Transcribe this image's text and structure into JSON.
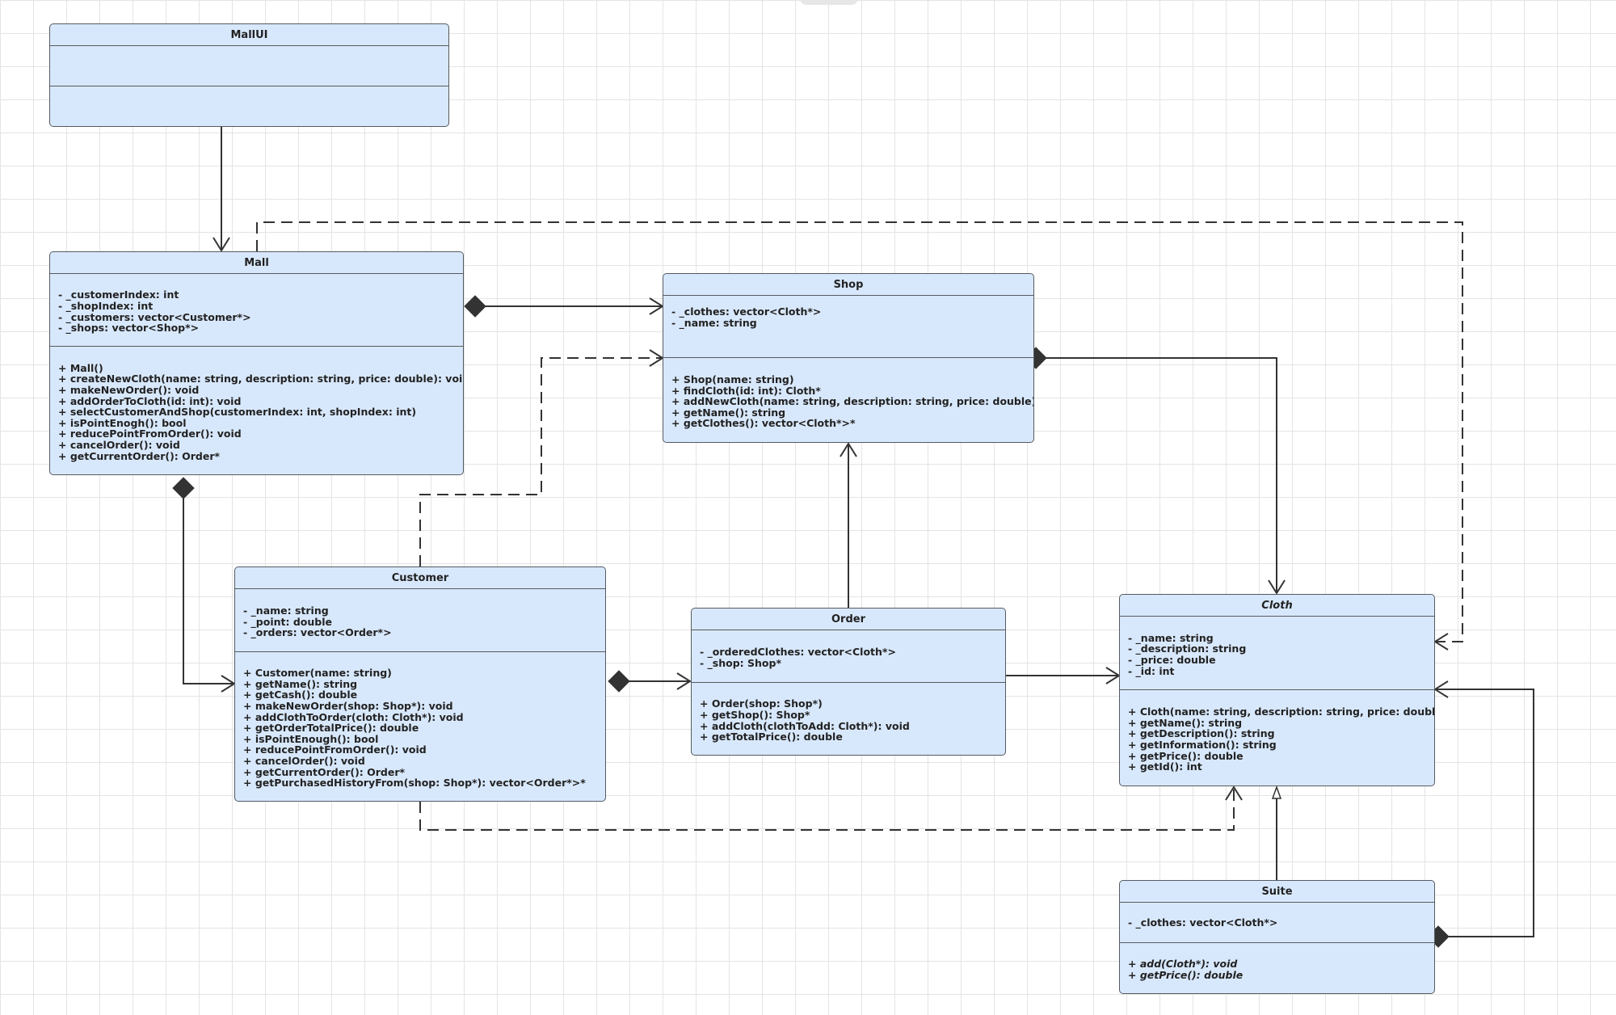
{
  "classes": {
    "mallui": {
      "name": "MallUI",
      "attributes": [],
      "operations": []
    },
    "mall": {
      "name": "Mall",
      "attributes": [
        "- _customerIndex: int",
        "- _shopIndex: int",
        "- _customers: vector<Customer*>",
        "- _shops: vector<Shop*>"
      ],
      "operations": [
        "+ Mall()",
        "+ createNewCloth(name: string, description: string, price: double): void",
        "+ makeNewOrder(): void",
        "+ addOrderToCloth(id: int): void",
        "+ selectCustomerAndShop(customerIndex: int, shopIndex: int)",
        "+ isPointEnogh(): bool",
        "+ reducePointFromOrder(): void",
        "+ cancelOrder(): void",
        "+ getCurrentOrder(): Order*"
      ]
    },
    "shop": {
      "name": "Shop",
      "attributes": [
        "- _clothes: vector<Cloth*>",
        "- _name: string"
      ],
      "operations": [
        "+ Shop(name: string)",
        "+ findCloth(id: int): Cloth*",
        "+ addNewCloth(name: string, description: string, price: double)",
        "+ getName(): string",
        "+ getClothes(): vector<Cloth*>*"
      ]
    },
    "customer": {
      "name": "Customer",
      "attributes": [
        "- _name: string",
        "- _point: double",
        "- _orders: vector<Order*>"
      ],
      "operations": [
        "+ Customer(name: string)",
        "+ getName(): string",
        "+ getCash(): double",
        "+ makeNewOrder(shop: Shop*): void",
        "+ addClothToOrder(cloth: Cloth*): void",
        "+ getOrderTotalPrice(): double",
        "+ isPointEnough(): bool",
        "+ reducePointFromOrder(): void",
        "+ cancelOrder(): void",
        "+ getCurrentOrder(): Order*",
        "+ getPurchasedHistoryFrom(shop: Shop*): vector<Order*>*"
      ]
    },
    "order": {
      "name": "Order",
      "attributes": [
        "- _orderedClothes: vector<Cloth*>",
        "- _shop: Shop*"
      ],
      "operations": [
        "+ Order(shop: Shop*)",
        "+ getShop(): Shop*",
        "+ addCloth(clothToAdd: Cloth*): void",
        "+ getTotalPrice(): double"
      ]
    },
    "cloth": {
      "name": "Cloth",
      "abstract": true,
      "attributes": [
        "- _name: string",
        "- _description: string",
        "- _price: double",
        "- _id: int"
      ],
      "operations": [
        "+ Cloth(name: string, description: string, price: double)",
        "+ getName(): string",
        "+ getDescription(): string",
        "+ getInformation(): string",
        "+ getPrice(): double",
        "+ getId(): int"
      ]
    },
    "suite": {
      "name": "Suite",
      "attributes": [
        "- _clothes: vector<Cloth*>"
      ],
      "operations": [
        "+ add(Cloth*): void",
        "+ getPrice(): double"
      ],
      "operations_italic": true
    }
  },
  "relations": [
    {
      "from": "MallUI",
      "to": "Mall",
      "kind": "association"
    },
    {
      "from": "Mall",
      "to": "Shop",
      "kind": "composition"
    },
    {
      "from": "Mall",
      "to": "Customer",
      "kind": "composition"
    },
    {
      "from": "Mall",
      "to": "Cloth",
      "kind": "dependency"
    },
    {
      "from": "Customer",
      "to": "Shop",
      "kind": "dependency"
    },
    {
      "from": "Customer",
      "to": "Order",
      "kind": "composition"
    },
    {
      "from": "Customer",
      "to": "Cloth",
      "kind": "dependency"
    },
    {
      "from": "Order",
      "to": "Shop",
      "kind": "association"
    },
    {
      "from": "Order",
      "to": "Cloth",
      "kind": "association"
    },
    {
      "from": "Shop",
      "to": "Cloth",
      "kind": "composition"
    },
    {
      "from": "Suite",
      "to": "Cloth",
      "kind": "generalization"
    },
    {
      "from": "Suite",
      "to": "Cloth",
      "kind": "composition"
    }
  ],
  "colors": {
    "class_fill": "#d8e8fc",
    "class_border": "#555a60",
    "line": "#333333",
    "grid": "#e4e4e4"
  }
}
